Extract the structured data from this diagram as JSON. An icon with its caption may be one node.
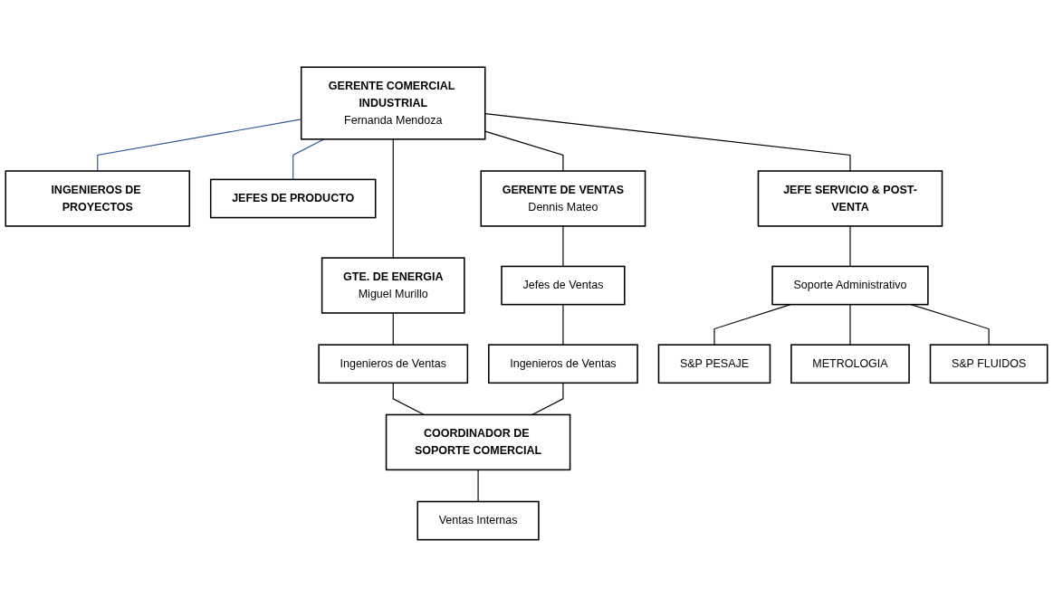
{
  "diagram": {
    "nodes": [
      {
        "text": [
          "GERENTE COMERCIAL INDUSTRIAL",
          "Fernanda Mendoza"
        ]
      },
      {
        "text": [
          "INGENIEROS DE PROYECTOS"
        ]
      },
      {
        "text": [
          "JEFES DE PRODUCTO"
        ]
      },
      {
        "text": [
          "GTE. DE ENERGIA",
          "Miguel Murillo"
        ]
      },
      {
        "text": [
          "GERENTE DE VENTAS",
          "Dennis Mateo"
        ]
      },
      {
        "text": [
          "JEFE SERVICIO & POST-VENTA"
        ]
      },
      {
        "text": [
          "Ingenieros de Ventas"
        ]
      },
      {
        "text": [
          "Jefes de Ventas"
        ]
      },
      {
        "text": [
          "Soporte Administrativo"
        ]
      },
      {
        "text": [
          "Ingenieros de Ventas"
        ]
      },
      {
        "text": [
          "S&P PESAJE"
        ]
      },
      {
        "text": [
          "METROLOGIA"
        ]
      },
      {
        "text": [
          "S&P FLUIDOS"
        ]
      },
      {
        "text": [
          "COORDINADOR DE SOPORTE COMERCIAL"
        ]
      },
      {
        "text": [
          "Ventas Internas"
        ]
      }
    ],
    "edges": [
      {
        "from": 0,
        "to": 1,
        "arrow": "none",
        "color": "#2f5597"
      },
      {
        "from": 0,
        "to": 2,
        "arrow": "none",
        "color": "#2f5597"
      },
      {
        "from": 0,
        "to": 3,
        "arrow": "none"
      },
      {
        "from": 0,
        "to": 4,
        "arrow": "none"
      },
      {
        "from": 0,
        "to": 5,
        "arrow": "none"
      },
      {
        "from": 3,
        "to": 6,
        "arrow": "none"
      },
      {
        "from": 4,
        "to": 7,
        "arrow": "none"
      },
      {
        "from": 5,
        "to": 8,
        "arrow": "none"
      },
      {
        "from": 7,
        "to": 9,
        "arrow": "none"
      },
      {
        "from": 8,
        "to": 10,
        "arrow": "none"
      },
      {
        "from": 8,
        "to": 11,
        "arrow": "none"
      },
      {
        "from": 8,
        "to": 12,
        "arrow": "none"
      },
      {
        "from": 6,
        "to": 13,
        "arrow": "none"
      },
      {
        "from": 9,
        "to": 13,
        "arrow": "none"
      },
      {
        "from": 13,
        "to": 14,
        "arrow": "none"
      }
    ]
  }
}
